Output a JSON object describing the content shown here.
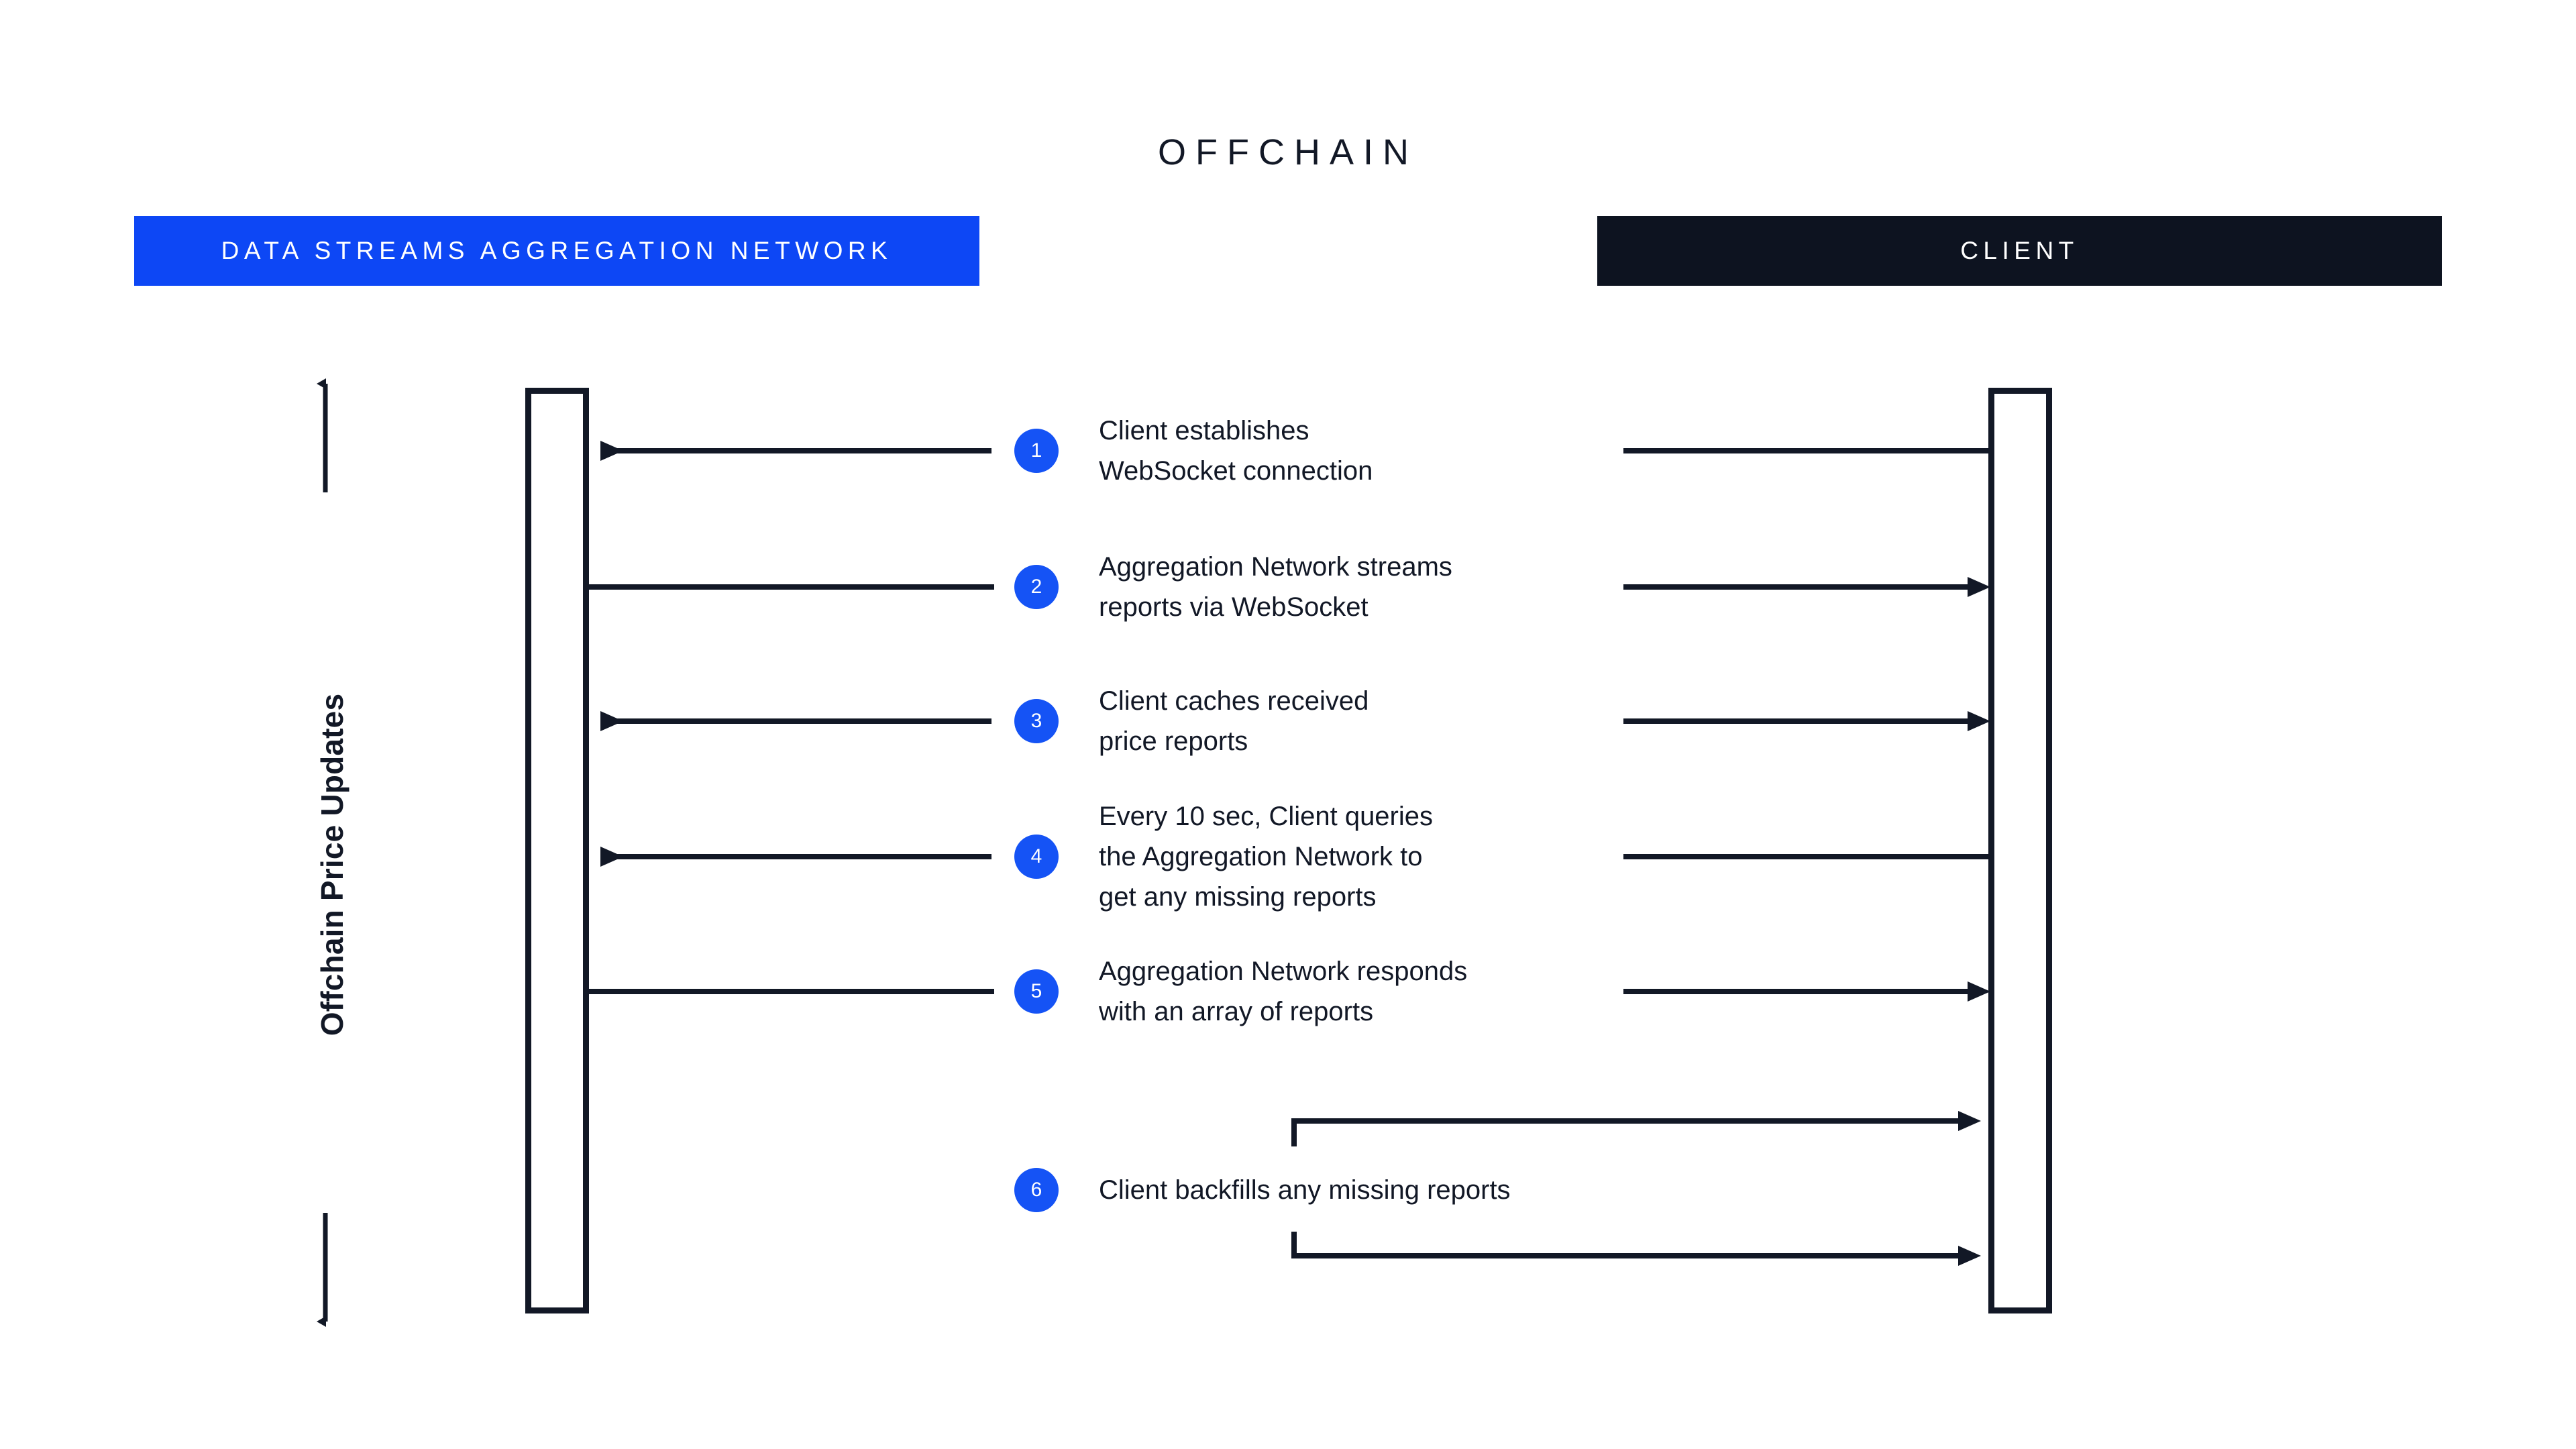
{
  "diagram": {
    "title": "OFFCHAIN",
    "axis_label": "Offchain Price Updates",
    "lanes": [
      {
        "id": "aggregation-network",
        "label": "DATA STREAMS AGGREGATION NETWORK",
        "color": "#0D47F5",
        "text_color": "#FFFFFF"
      },
      {
        "id": "client",
        "label": "CLIENT",
        "color": "#0D1320",
        "text_color": "#FFFFFF"
      }
    ],
    "badge_color": "#1553F5",
    "line_color": "#121826",
    "steps": [
      {
        "number": "1",
        "line1": "Client establishes",
        "line2": "WebSocket connection",
        "line3": ""
      },
      {
        "number": "2",
        "line1": "Aggregation Network streams",
        "line2": "reports via WebSocket",
        "line3": ""
      },
      {
        "number": "3",
        "line1": "Client caches received",
        "line2": "price reports",
        "line3": ""
      },
      {
        "number": "4",
        "line1": "Every 10 sec, Client queries",
        "line2": "the Aggregation Network to",
        "line3": "get any missing reports"
      },
      {
        "number": "5",
        "line1": "Aggregation Network responds",
        "line2": "with an array of reports",
        "line3": ""
      },
      {
        "number": "6",
        "line1": "Client backfills any missing reports",
        "line2": "",
        "line3": ""
      }
    ]
  }
}
